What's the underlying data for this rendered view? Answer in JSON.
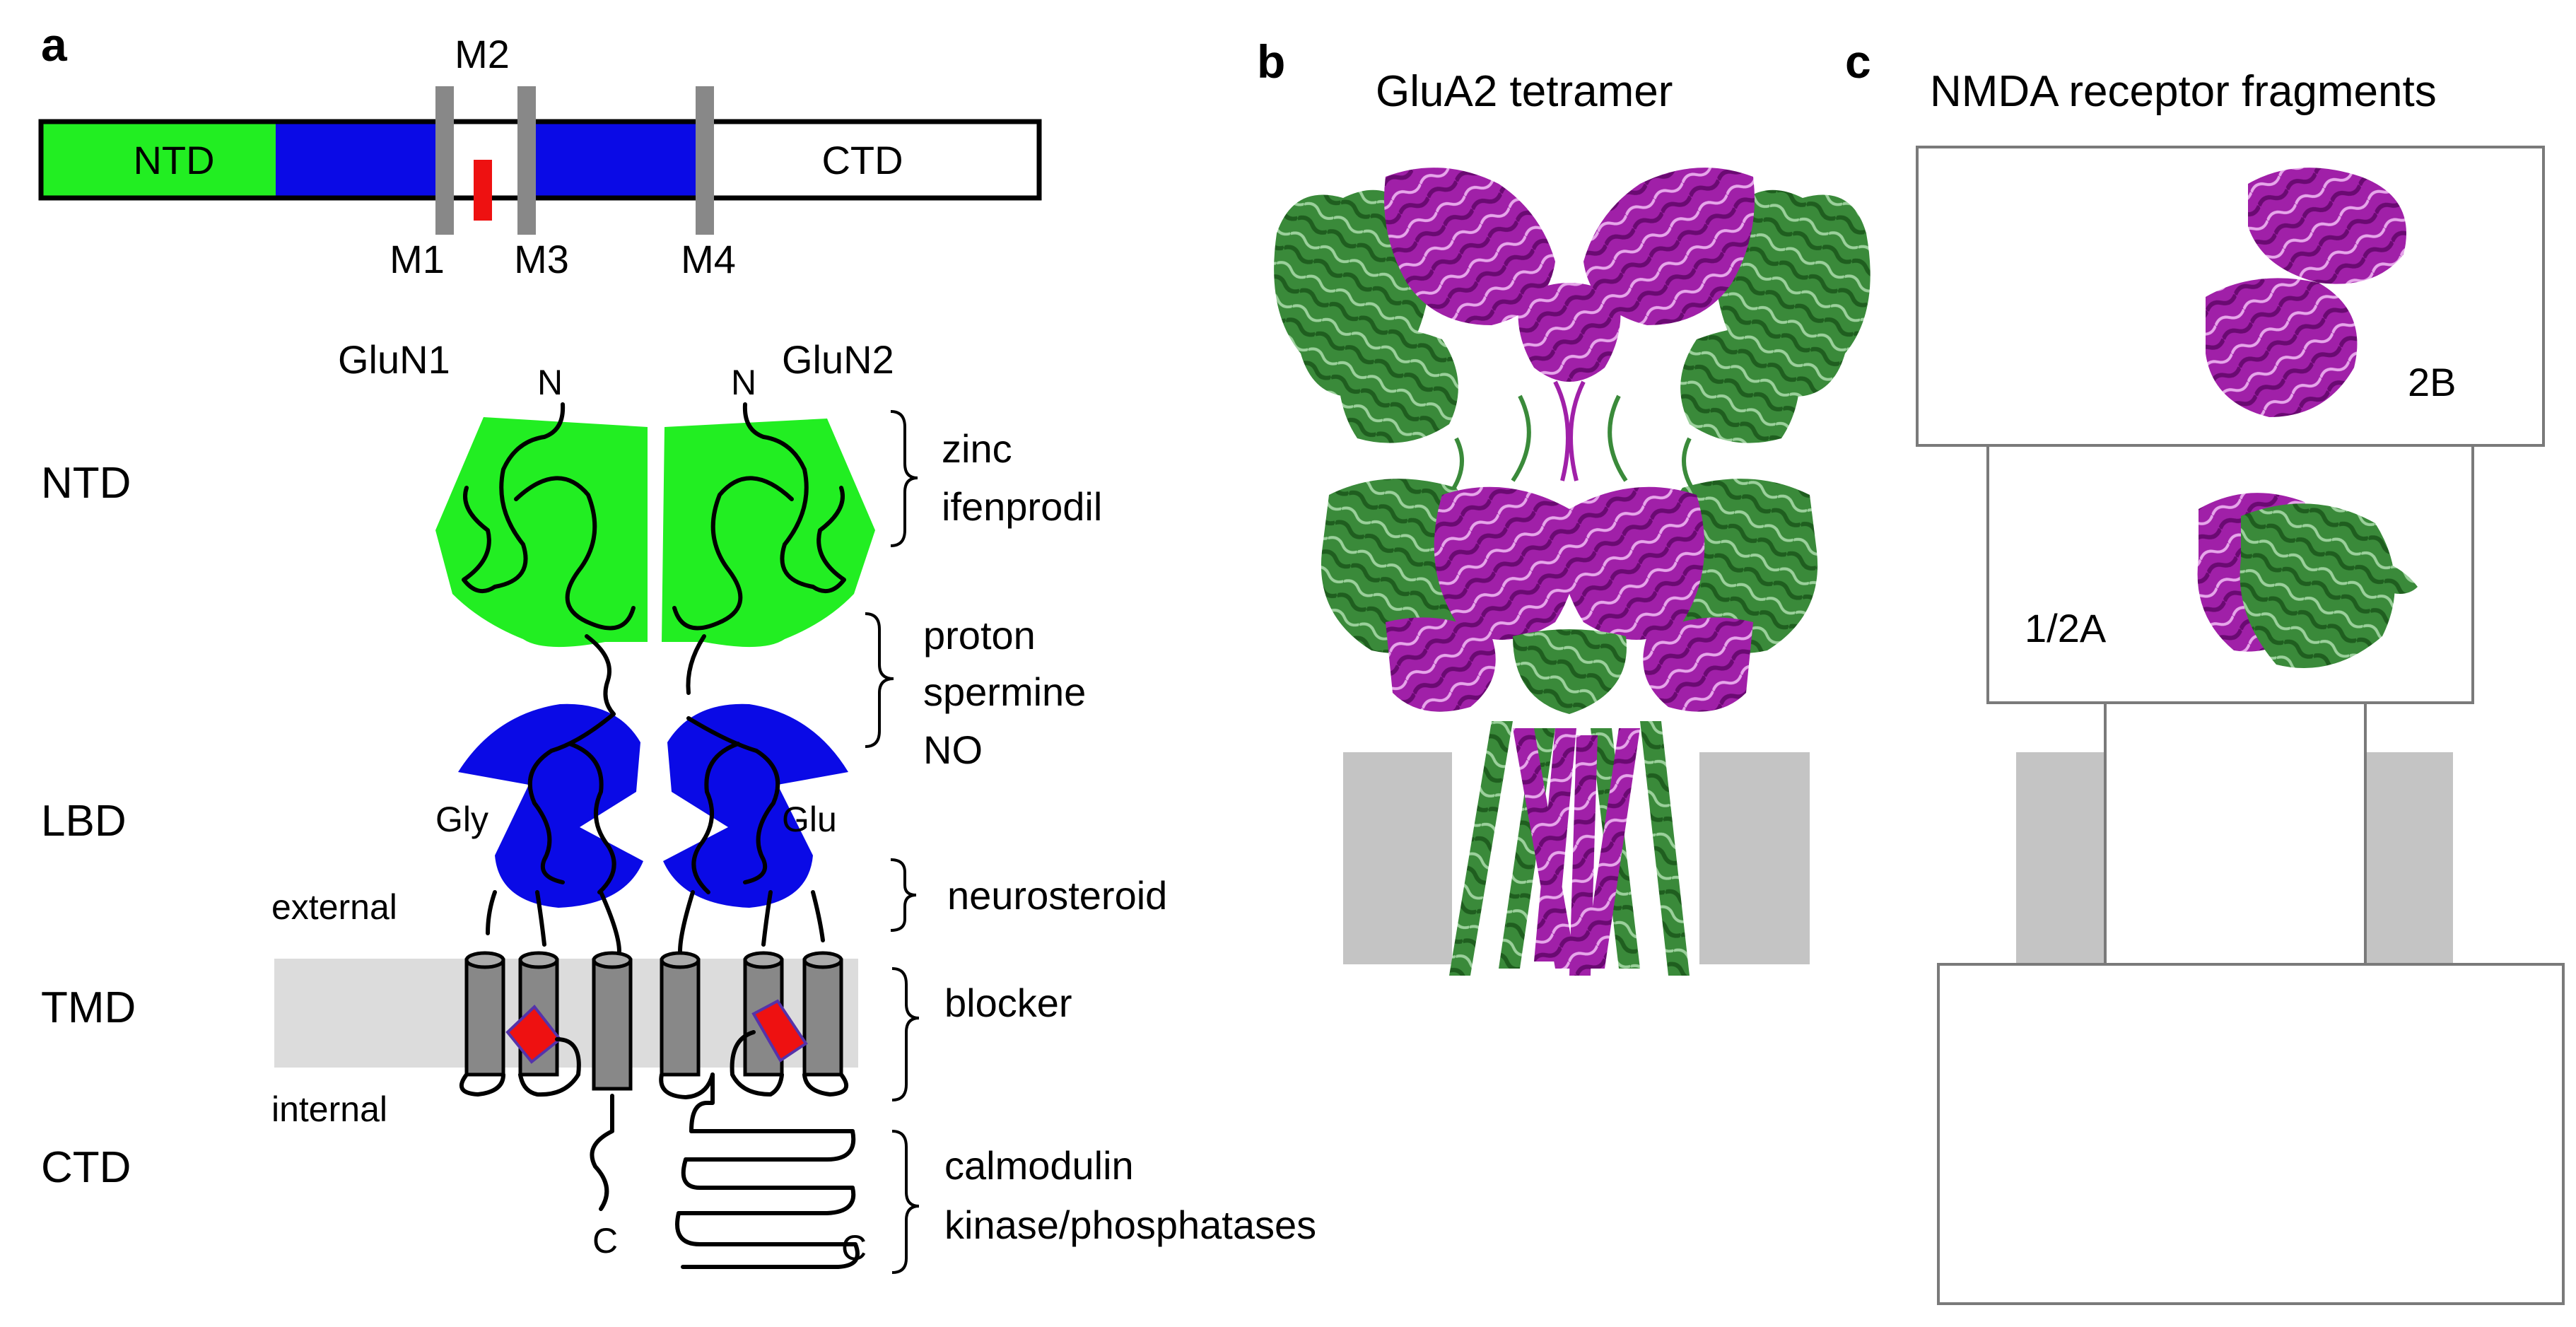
{
  "panel_a": {
    "letter": "a",
    "bar": {
      "ntd": "NTD",
      "ctd": "CTD"
    },
    "segments": {
      "m1": "M1",
      "m2": "M2",
      "m3": "M3",
      "m4": "M4"
    },
    "subunits": {
      "left": "GluN1",
      "right": "GluN2"
    },
    "terminals": {
      "n_left": "N",
      "n_right": "N",
      "c_left": "C",
      "c_right": "C"
    },
    "domains": {
      "ntd": "NTD",
      "lbd": "LBD",
      "tmd": "TMD",
      "ctd": "CTD"
    },
    "ligands": {
      "gly": "Gly",
      "glu": "Glu"
    },
    "membrane": {
      "external": "external",
      "internal": "internal"
    },
    "modulators": {
      "ntd": [
        "zinc",
        "ifenprodil"
      ],
      "linker": [
        "proton",
        "spermine",
        "NO"
      ],
      "lbd_tmd": [
        "neurosteroid"
      ],
      "tmd": [
        "blocker"
      ],
      "ctd": [
        "calmodulin",
        "kinase/phosphatases"
      ]
    },
    "colors": {
      "ntd": "#22ee22",
      "lbd": "#0a0ae6",
      "pore_loop": "#ee1111",
      "membrane": "#dcdcdc",
      "helix": "#888888"
    }
  },
  "panel_b": {
    "letter": "b",
    "title": "GluA2 tetramer",
    "colors": {
      "green": "#3a8a3a",
      "magenta": "#a020a8",
      "membrane": "#c4c4c4"
    }
  },
  "panel_c": {
    "letter": "c",
    "title": "NMDA receptor fragments",
    "fragment_top": "2B",
    "fragment_mid": "1/2A"
  }
}
